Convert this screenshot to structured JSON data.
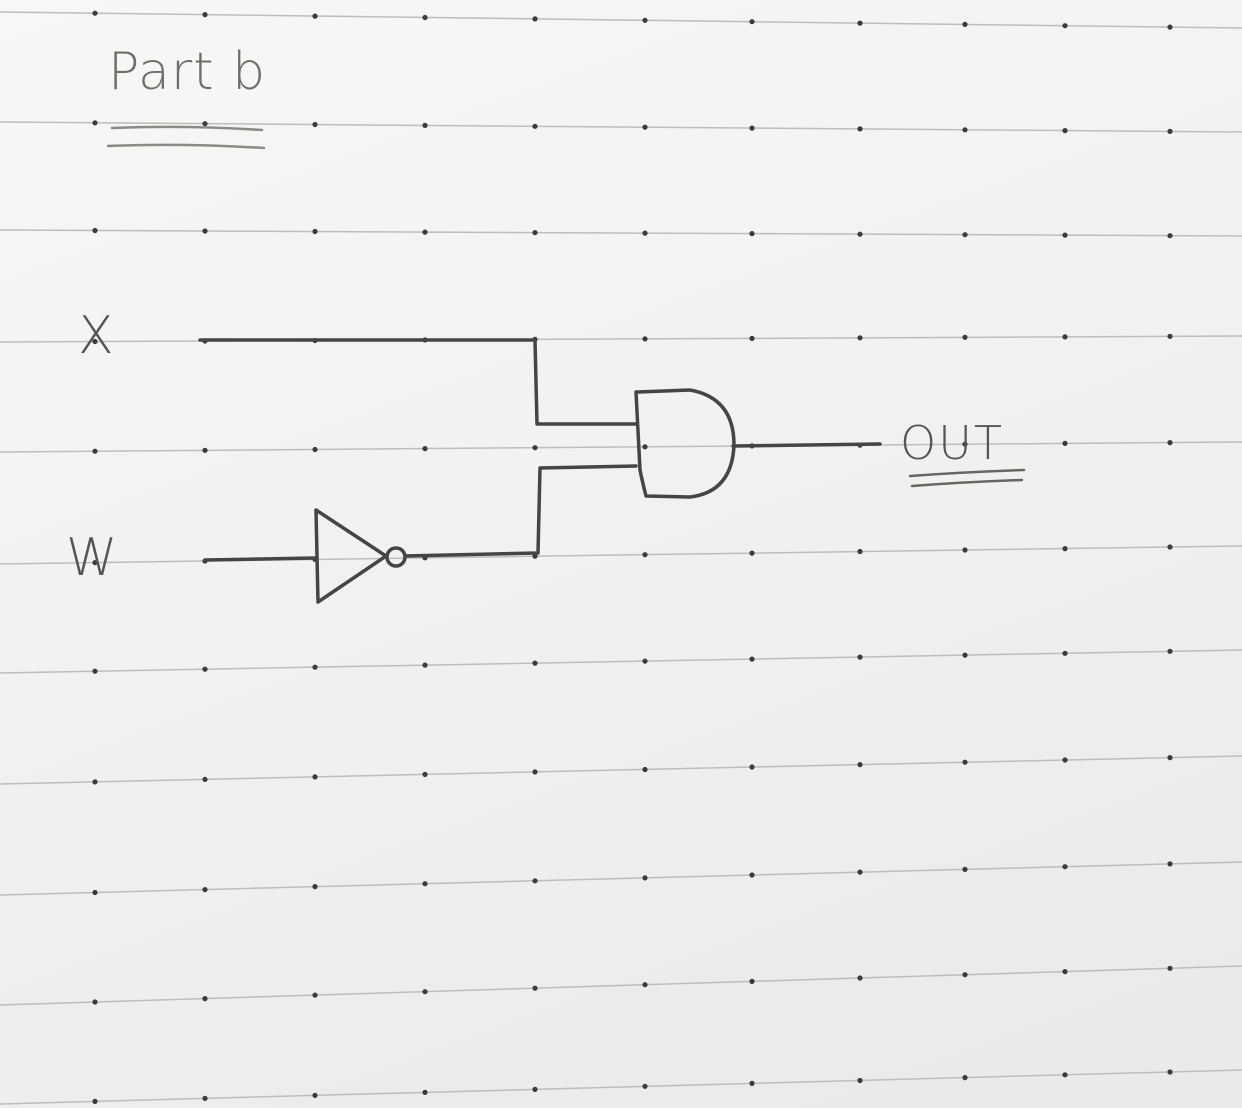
{
  "heading": "Part b",
  "inputs": {
    "x_label": "X",
    "w_label": "W"
  },
  "output_label": "OUT",
  "gates": {
    "inverter": "not-gate",
    "and": "and-gate"
  },
  "colors": {
    "paper": "#f3f3f1",
    "ruled_line": "#b9b9b7",
    "dot": "#3a3a38",
    "ink": "#4a4a48"
  }
}
